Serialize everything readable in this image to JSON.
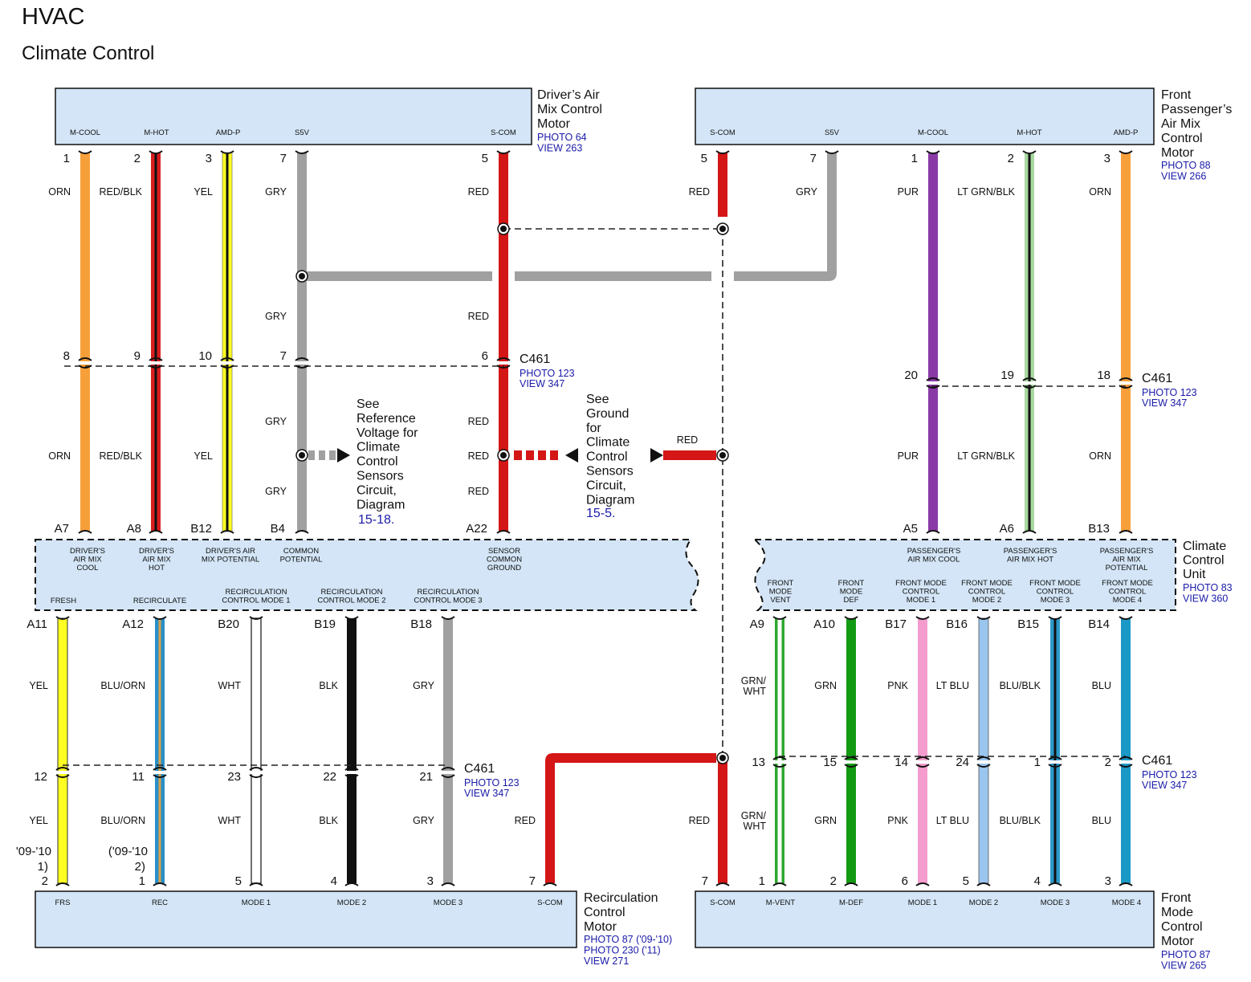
{
  "title": "HVAC",
  "subtitle": "Climate Control",
  "colors": {
    "box_fill": "#d3e5f6",
    "link": "#1a1aa8"
  },
  "components": {
    "driver_motor": {
      "name": [
        "Driver’s Air",
        "Mix Control",
        "Motor"
      ],
      "links": [
        "PHOTO 64",
        "VIEW 263"
      ],
      "pins": {
        "mcool": "M-COOL",
        "mhot": "M-HOT",
        "amdp": "AMD-P",
        "s5v": "S5V",
        "scom": "S-COM"
      }
    },
    "pass_motor": {
      "name": [
        "Front",
        "Passenger’s",
        "Air Mix",
        "Control",
        "Motor"
      ],
      "links": [
        "PHOTO 88",
        "VIEW 266"
      ],
      "pins": {
        "scom": "S-COM",
        "s5v": "S5V",
        "mcool": "M-COOL",
        "mhot": "M-HOT",
        "amdp": "AMD-P"
      }
    },
    "ccu": {
      "name": [
        "Climate",
        "Control",
        "Unit"
      ],
      "links": [
        "PHOTO 83",
        "VIEW 360"
      ],
      "labels": {
        "a7": [
          "DRIVER'S",
          "AIR MIX",
          "COOL"
        ],
        "a8": [
          "DRIVER'S",
          "AIR MIX",
          "HOT"
        ],
        "b12": [
          "DRIVER'S AIR",
          "MIX POTENTIAL"
        ],
        "b4": [
          "COMMON",
          "POTENTIAL"
        ],
        "a22": [
          "SENSOR",
          "COMMON",
          "GROUND"
        ],
        "a11": [
          "FRESH"
        ],
        "a12": [
          "RECIRCULATE"
        ],
        "b20": [
          "RECIRCULATION",
          "CONTROL MODE 1"
        ],
        "b19": [
          "RECIRCULATION",
          "CONTROL MODE 2"
        ],
        "b18": [
          "RECIRCULATION",
          "CONTROL MODE 3"
        ],
        "a5": [
          "PASSENGER'S",
          "AIR MIX COOL"
        ],
        "a6": [
          "PASSENGER'S",
          "AIR MIX HOT"
        ],
        "b13": [
          "PASSENGER'S",
          "AIR MIX",
          "POTENTIAL"
        ],
        "a9": [
          "FRONT",
          "MODE",
          "VENT"
        ],
        "a10": [
          "FRONT",
          "MODE",
          "DEF"
        ],
        "b17": [
          "FRONT MODE",
          "CONTROL",
          "MODE 1"
        ],
        "b16": [
          "FRONT MODE",
          "CONTROL",
          "MODE 2"
        ],
        "b15": [
          "FRONT MODE",
          "CONTROL",
          "MODE 3"
        ],
        "b14": [
          "FRONT MODE",
          "CONTROL",
          "MODE 4"
        ]
      },
      "terminals": {
        "a7": "A7",
        "a8": "A8",
        "b12": "B12",
        "b4": "B4",
        "a22": "A22",
        "a5": "A5",
        "a6": "A6",
        "b13": "B13",
        "a11": "A11",
        "a12": "A12",
        "b20": "B20",
        "b19": "B19",
        "b18": "B18",
        "a9": "A9",
        "a10": "A10",
        "b17": "B17",
        "b16": "B16",
        "b15": "B15",
        "b14": "B14"
      }
    },
    "recirc_motor": {
      "name": [
        "Recirculation",
        "Control",
        "Motor"
      ],
      "links": [
        "PHOTO 87 ('09-'10)",
        "PHOTO 230 ('11)",
        "VIEW 271"
      ],
      "pins": {
        "frs": "FRS",
        "rec": "REC",
        "mode1": "MODE 1",
        "mode2": "MODE 2",
        "mode3": "MODE 3",
        "scom": "S-COM"
      }
    },
    "front_mode_motor": {
      "name": [
        "Front",
        "Mode",
        "Control",
        "Motor"
      ],
      "links": [
        "PHOTO 87",
        "VIEW 265"
      ],
      "pins": {
        "scom": "S-COM",
        "mvent": "M-VENT",
        "mdef": "M-DEF",
        "mode1": "MODE 1",
        "mode2": "MODE 2",
        "mode3": "MODE 3",
        "mode4": "MODE 4"
      }
    }
  },
  "connector": {
    "name": "C461",
    "links": [
      "PHOTO 123",
      "VIEW 347"
    ]
  },
  "notes": {
    "ref": {
      "lines": [
        "See",
        "Reference",
        "Voltage for",
        "Climate",
        "Control",
        "Sensors",
        "Circuit,",
        "Diagram"
      ],
      "link": "15-18."
    },
    "gnd": {
      "lines": [
        "See",
        "Ground",
        "for",
        "Climate",
        "Control",
        "Sensors",
        "Circuit,",
        "Diagram"
      ],
      "link": "15-5."
    }
  },
  "pin_numbers": {
    "d_top": [
      "1",
      "2",
      "3",
      "7",
      "5"
    ],
    "d_c461": [
      "8",
      "9",
      "10",
      "7",
      "6"
    ],
    "p_top": [
      "5",
      "7",
      "1",
      "2",
      "3"
    ],
    "p_c461": [
      "20",
      "19",
      "18"
    ],
    "r_c461": [
      "12",
      "11",
      "23",
      "22",
      "21"
    ],
    "r_bot": [
      "2",
      "1",
      "5",
      "4",
      "3",
      "7"
    ],
    "f_c461": [
      "13",
      "15",
      "14",
      "24",
      "1",
      "2"
    ],
    "f_bot": [
      "7",
      "1",
      "2",
      "6",
      "5",
      "4",
      "3"
    ]
  },
  "year_notes": [
    "'09-'10",
    "1)",
    "('09-'10",
    "2)"
  ],
  "wire_colors": {
    "orn": "ORN",
    "redblk": "RED/BLK",
    "yel": "YEL",
    "gry": "GRY",
    "red": "RED",
    "pur": "PUR",
    "ltgrnblk": "LT GRN/BLK",
    "bluorn": "BLU/ORN",
    "wht": "WHT",
    "blk": "BLK",
    "grnwht": [
      "GRN/",
      "WHT"
    ],
    "grn": "GRN",
    "pnk": "PNK",
    "ltblu": "LT BLU",
    "blublk": "BLU/BLK",
    "blu": "BLU"
  }
}
